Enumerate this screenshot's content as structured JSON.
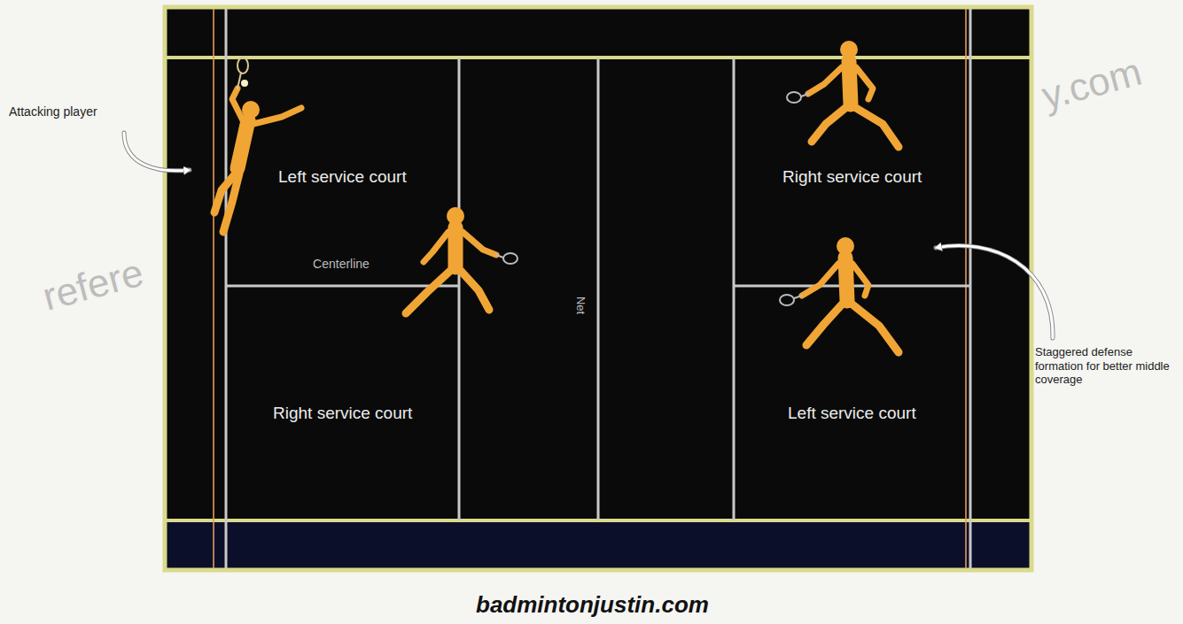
{
  "diagram": {
    "caption": "badmintonjustin.com",
    "nodes": [
      {
        "text": [
          "Left service court"
        ]
      },
      {
        "text": [
          "Right service court"
        ]
      },
      {
        "text": [
          "Right service court"
        ]
      },
      {
        "text": [
          "Left service court"
        ]
      }
    ],
    "labels": [
      "Attacking player",
      "Centerline",
      "Net",
      "Staggered defense formation for better middle coverage",
      "refere",
      "y.com"
    ]
  }
}
